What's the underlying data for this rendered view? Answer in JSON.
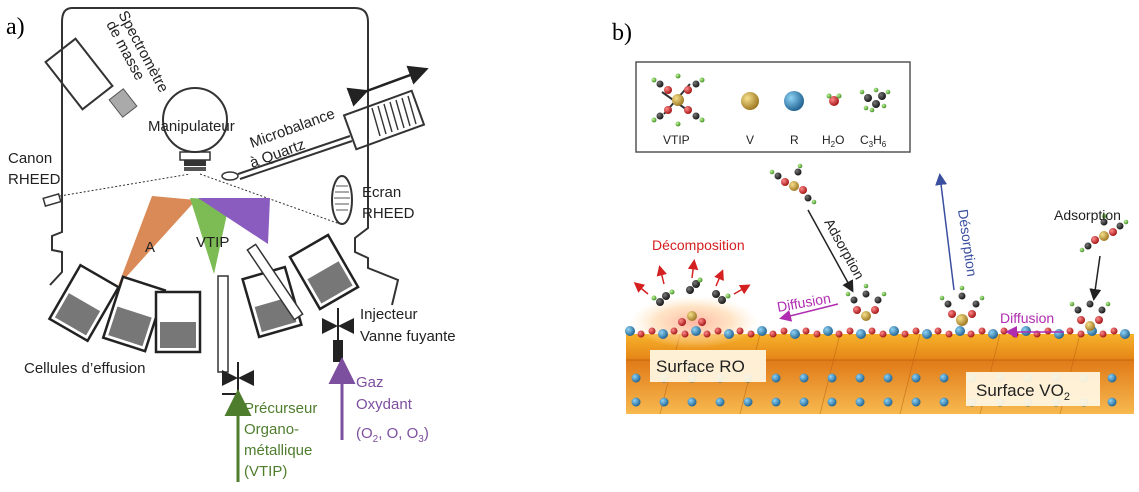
{
  "panel_a": {
    "label": "a)",
    "spectrometer": [
      "Spectromètre",
      "de masse"
    ],
    "manipulator": "Manipulateur",
    "microbalance": [
      "Microbalance",
      "à Quartz"
    ],
    "canon": [
      "Canon",
      "RHEED"
    ],
    "screen": [
      "Ecran",
      "RHEED"
    ],
    "beam_a": "A",
    "beam_vtip": "VTIP",
    "cells": "Cellules d’effusion",
    "injector": [
      "Injecteur",
      "Vanne fuyante"
    ],
    "precursor": [
      "Précurseur",
      "Organo-",
      "métallique",
      "(VTIP)"
    ],
    "oxidant": [
      "Gaz",
      "Oxydant"
    ],
    "oxidant_species": "(O",
    "oxidant_species_2": ", O, O",
    "oxidant_species_end": ")",
    "sub2": "2",
    "sub3": "3"
  },
  "panel_b": {
    "label": "b)",
    "legend": {
      "vtip": "VTIP",
      "v": "V",
      "r": "R",
      "h2o_h": "H",
      "h2o_sub": "2",
      "h2o_o": "O",
      "c3h6_c": "C",
      "c3h6_sub1": "3",
      "c3h6_h": "H",
      "c3h6_sub2": "6"
    },
    "decomposition": "Décomposition",
    "adsorption_1": "Adsorption",
    "diffusion_1": "Diffusion",
    "desorption": "Désorption",
    "adsorption_2": "Adsorption",
    "diffusion_2": "Diffusion",
    "surface_ro": "Surface RO",
    "surface_vo2": "Surface VO",
    "surface_vo2_sub": "2"
  },
  "colors": {
    "green": "#4f7d2e",
    "purple": "#7d4f9f",
    "red": "#d42020",
    "blue": "#3a4fa0",
    "magenta": "#b02cb0",
    "orange_beam": "#d98a57",
    "green_beam": "#7dbb54",
    "purple_beam": "#8a5cc0",
    "vanadium": "#c9a23c",
    "r_atom": "#2f8fc4",
    "oxygen": "#cc2222"
  }
}
